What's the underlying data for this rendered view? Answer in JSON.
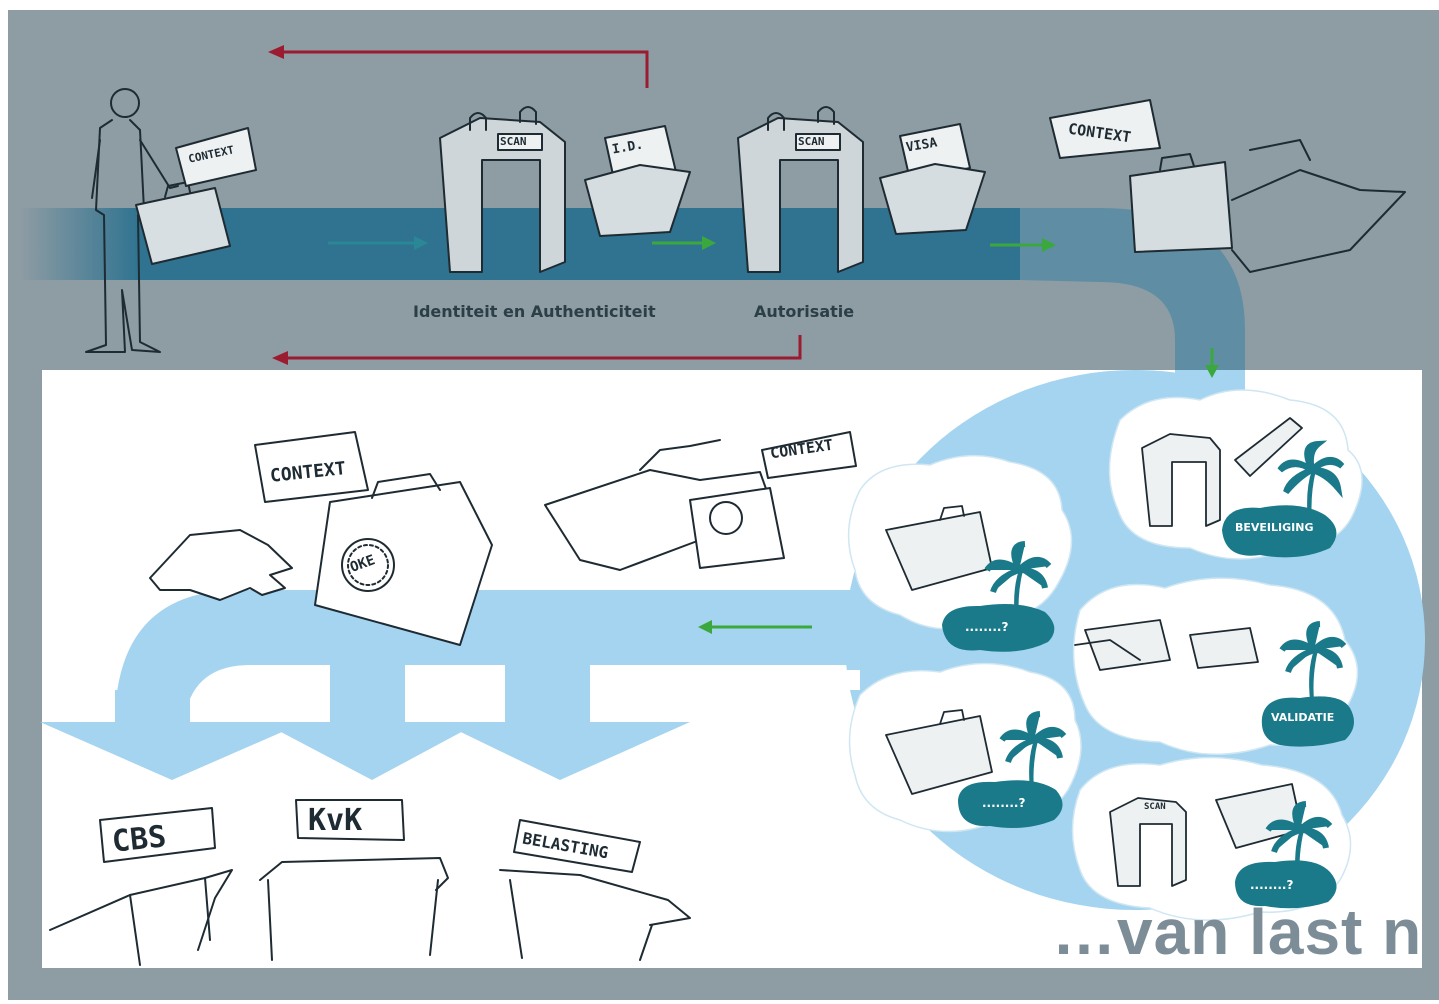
{
  "colors": {
    "top_panel": "#8e9ca4",
    "dark_band": "#2f7390",
    "light_flow": "#a4d4ef",
    "red_arrow": "#9b1c30",
    "teal_arrow": "#2a8796",
    "green_arrow": "#3ba83d",
    "badge": "#1a7a8a",
    "tagline": "#7d8d97"
  },
  "top_flow": {
    "stage_labels": {
      "identity": "Identiteit en Authenticiteit",
      "authorization": "Autorisatie"
    },
    "traveller_note": "CONTEXT",
    "ship_note": "CONTEXT",
    "gate_signs": [
      "SCAN",
      "SCAN"
    ],
    "documents": [
      "I.D.",
      "VISA"
    ]
  },
  "bottom_flow": {
    "handover_note": "CONTEXT",
    "ship_note": "CONTEXT",
    "stamp": "OKE",
    "destinations": [
      "CBS",
      "KvK",
      "BELASTING"
    ]
  },
  "island_cluster": {
    "badges": [
      "BEVEILIGING",
      "VALIDATIE"
    ],
    "unknown_islands": [
      "........?",
      "........?",
      "........?"
    ],
    "gate_sign": "SCAN"
  },
  "tagline": "…van last n"
}
